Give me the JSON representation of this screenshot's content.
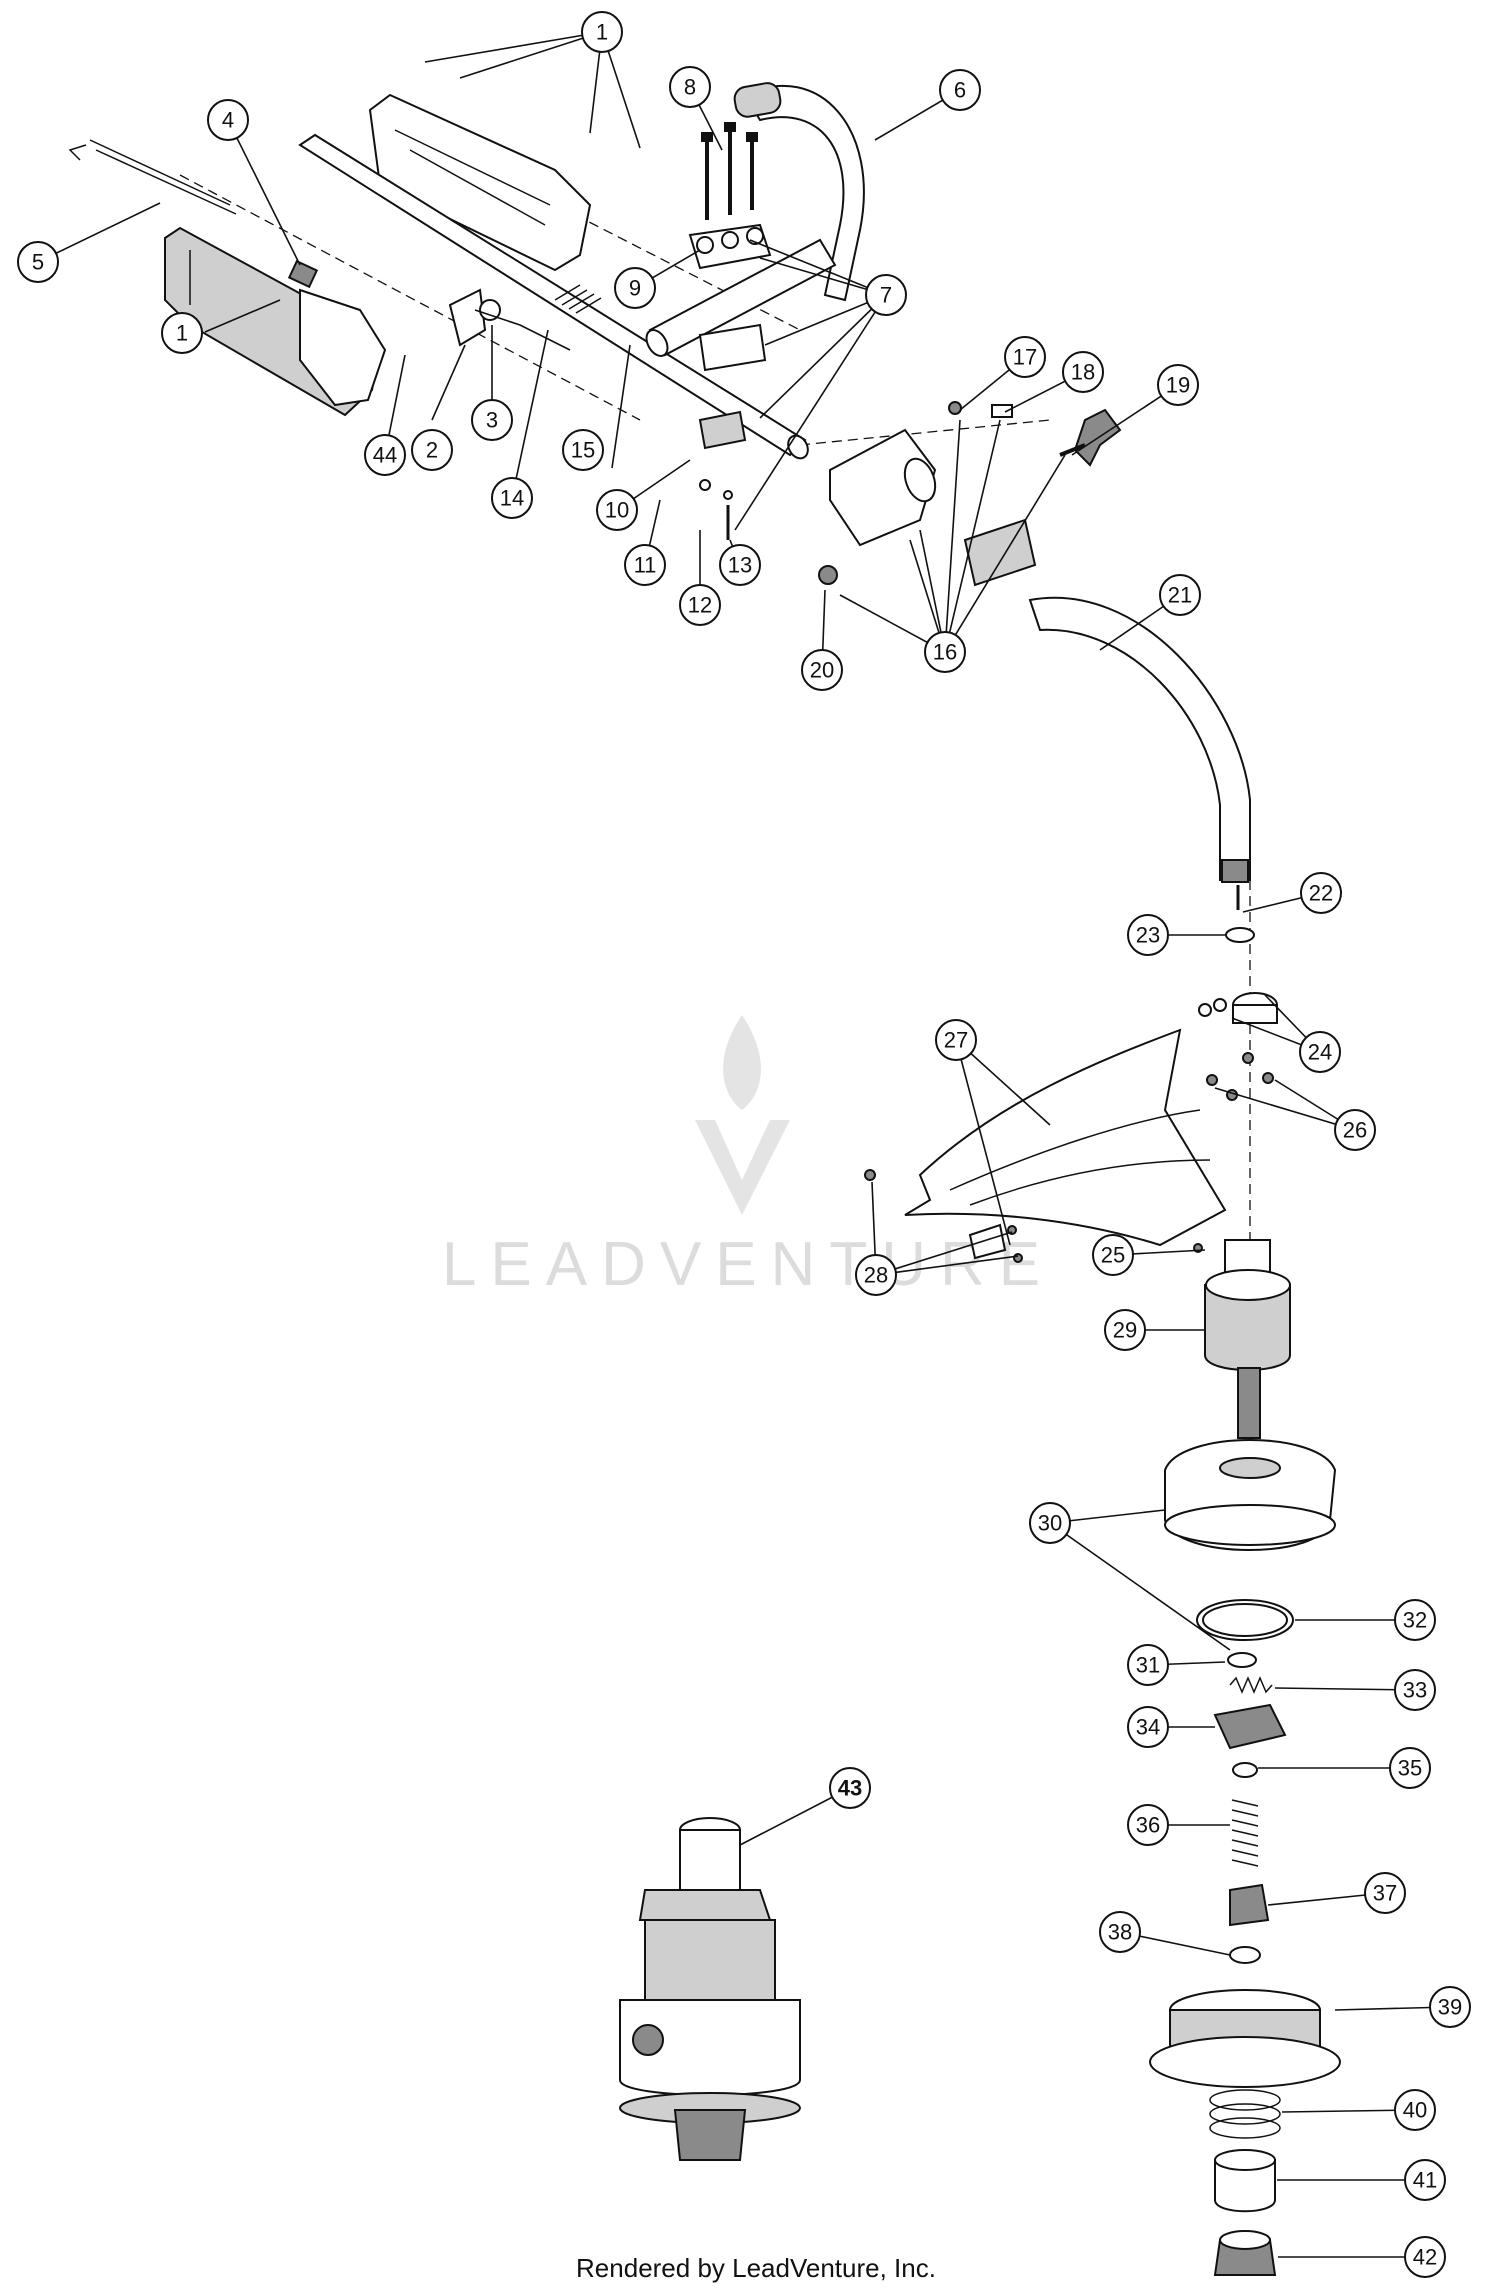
{
  "footer": "Rendered by LeadVenture, Inc.",
  "watermark": "LEADVENTURE",
  "callouts": [
    {
      "label": "1"
    },
    {
      "label": "1"
    },
    {
      "label": "2"
    },
    {
      "label": "3"
    },
    {
      "label": "4"
    },
    {
      "label": "5"
    },
    {
      "label": "6"
    },
    {
      "label": "7"
    },
    {
      "label": "8"
    },
    {
      "label": "9"
    },
    {
      "label": "10"
    },
    {
      "label": "11"
    },
    {
      "label": "12"
    },
    {
      "label": "13"
    },
    {
      "label": "14"
    },
    {
      "label": "15"
    },
    {
      "label": "16"
    },
    {
      "label": "17"
    },
    {
      "label": "18"
    },
    {
      "label": "19"
    },
    {
      "label": "20"
    },
    {
      "label": "21"
    },
    {
      "label": "22"
    },
    {
      "label": "23"
    },
    {
      "label": "24"
    },
    {
      "label": "25"
    },
    {
      "label": "26"
    },
    {
      "label": "27"
    },
    {
      "label": "28"
    },
    {
      "label": "29"
    },
    {
      "label": "30"
    },
    {
      "label": "31"
    },
    {
      "label": "32"
    },
    {
      "label": "33"
    },
    {
      "label": "34"
    },
    {
      "label": "35"
    },
    {
      "label": "36"
    },
    {
      "label": "37"
    },
    {
      "label": "38"
    },
    {
      "label": "39"
    },
    {
      "label": "40"
    },
    {
      "label": "41"
    },
    {
      "label": "42"
    },
    {
      "label": "43"
    },
    {
      "label": "44"
    }
  ]
}
